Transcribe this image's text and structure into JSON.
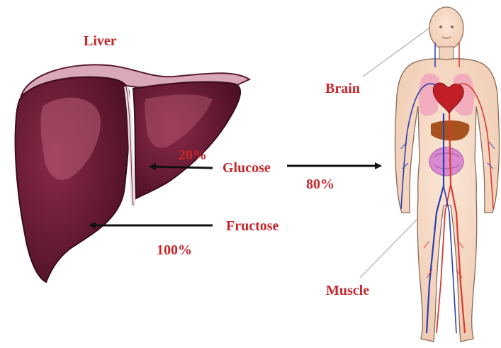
{
  "labels": {
    "liver": "Liver",
    "glucose": "Glucose",
    "fructose": "Fructose",
    "pct_glucose_to_liver": "20%",
    "pct_glucose_to_body": "80%",
    "pct_fructose_to_liver": "100%",
    "brain": "Brain",
    "muscle": "Muscle"
  },
  "colors": {
    "label_text": "#c8262b",
    "liver_fill": "#6e1d36",
    "liver_highlight": "#b85c76",
    "arrow": "#111111",
    "body_skin": "#f6dcc7",
    "artery": "#d93a2f",
    "vein": "#2c3fb0"
  }
}
